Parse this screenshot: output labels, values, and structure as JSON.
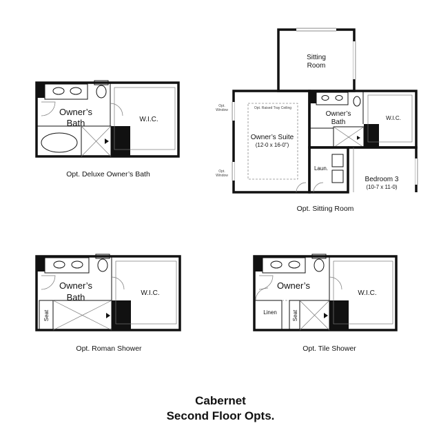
{
  "title": {
    "line1": "Cabernet",
    "line2": "Second Floor Opts."
  },
  "plans": {
    "deluxe_bath": {
      "caption": "Opt. Deluxe Owner’s Bath",
      "room_line1": "Owner’s",
      "room_line2": "Bath",
      "wic": "W.I.C."
    },
    "sitting_room": {
      "caption": "Opt. Sitting Room",
      "sitting_line1": "Sitting",
      "sitting_line2": "Room",
      "suite_name": "Owner’s Suite",
      "suite_dims": "(12-0 x 16-0”)",
      "tray_note": "Opt. Raised Tray Ceiling",
      "window_top_1": "Opt.",
      "window_top_2": "Window",
      "window_bottom_1": "Opt.",
      "window_bottom_2": "Window",
      "bath_line1": "Owner’s",
      "bath_line2": "Bath",
      "wic": "W.I.C.",
      "laundry": "Laun.",
      "bed_name": "Bedroom 3",
      "bed_dims": "(10-7 x 11-0)"
    },
    "roman_shower": {
      "caption": "Opt. Roman Shower",
      "room_line1": "Owner’s",
      "room_line2": "Bath",
      "wic": "W.I.C.",
      "seat": "Seat"
    },
    "tile_shower": {
      "caption": "Opt. Tile Shower",
      "room_line1": "Owner’s",
      "wic": "W.I.C.",
      "seat": "Seat",
      "linen": "Linen"
    }
  }
}
